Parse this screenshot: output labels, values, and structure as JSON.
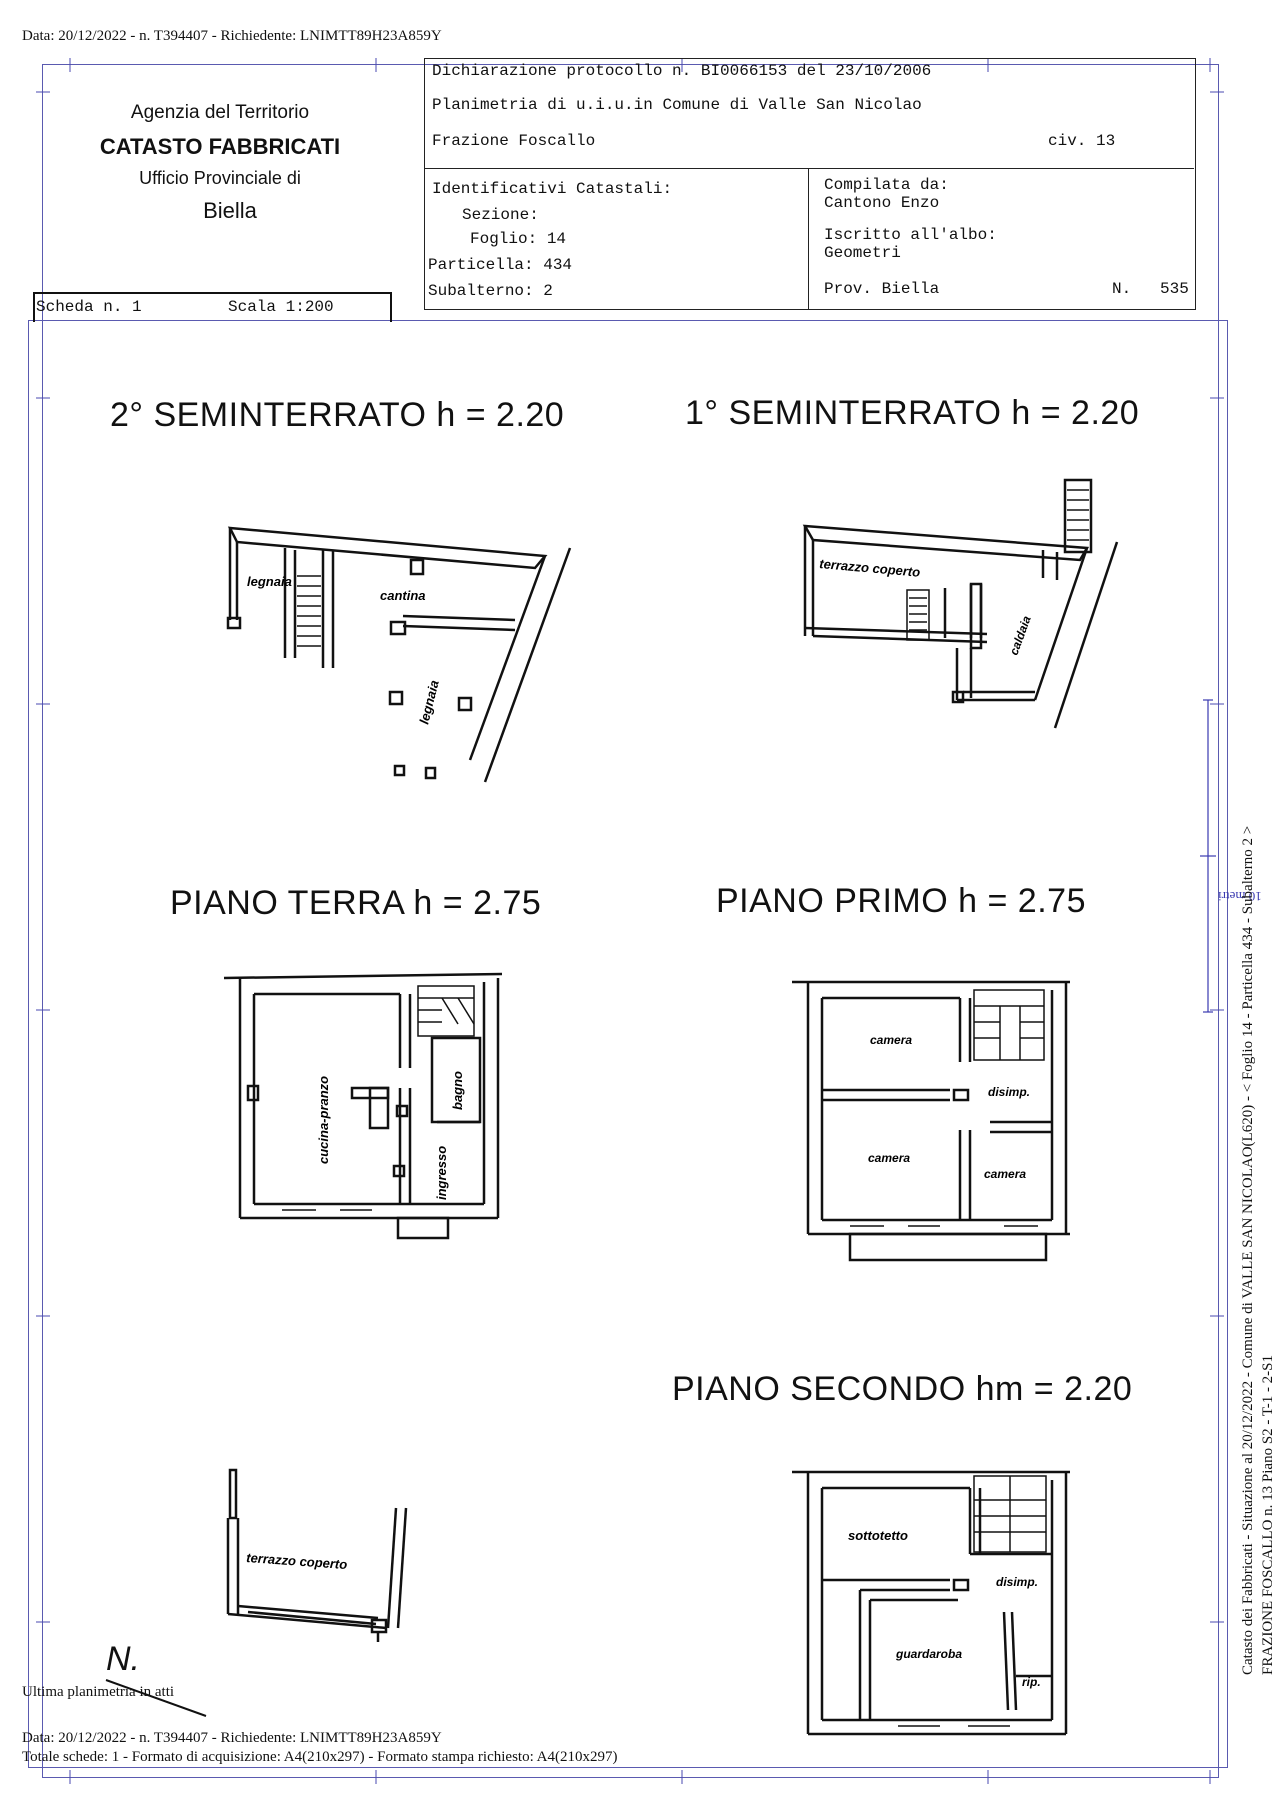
{
  "top_line": "Data: 20/12/2022 - n. T394407 - Richiedente: LNIMTT89H23A859Y",
  "header": {
    "agency": "Agenzia del Territorio",
    "catasto": "CATASTO FABBRICATI",
    "ufficio": "Ufficio Provinciale di",
    "city": "Biella",
    "scheda": "Scheda n. 1",
    "scala": "Scala 1:200",
    "dichiarazione": "Dichiarazione protocollo n. BI0066153 del 23/10/2006",
    "planimetria": "Planimetria di u.i.u.in Comune di Valle San Nicolao",
    "frazione": "Frazione Foscallo",
    "civ": "civ. 13",
    "identificativi": "Identificativi Catastali:",
    "sezione": "Sezione:",
    "foglio": "Foglio: 14",
    "particella": "Particella: 434",
    "subalterno": "Subalterno: 2",
    "compilata": "Compilata da:",
    "compilatore": "Cantono Enzo",
    "iscritto": "Iscritto all'albo:",
    "albo": "Geometri",
    "prov": "Prov. Biella",
    "numero_label": "N.",
    "numero": "535"
  },
  "plans": {
    "seminterrato2": {
      "title": "2° SEMINTERRATO  h = 2.20",
      "rooms": [
        "legnaia",
        "cantina",
        "legnaia"
      ]
    },
    "seminterrato1": {
      "title": "1° SEMINTERRATO  h = 2.20",
      "rooms": [
        "terrazzo coperto",
        "caldaia"
      ]
    },
    "terra": {
      "title": "PIANO TERRA  h = 2.75",
      "rooms": [
        "cucina-pranzo",
        "bagno",
        "ingresso"
      ]
    },
    "primo": {
      "title": "PIANO PRIMO  h = 2.75",
      "rooms": [
        "camera",
        "disimp.",
        "camera",
        "camera"
      ]
    },
    "secondo": {
      "title": "PIANO SECONDO  hm = 2.20",
      "rooms": [
        "sottotetto",
        "disimp.",
        "guardaroba",
        "rip."
      ]
    },
    "terrazzo": {
      "rooms": [
        "terrazzo coperto"
      ]
    }
  },
  "north": "N.",
  "scale_bar": "10 metri",
  "side_text_1": "Catasto dei Fabbricati - Situazione al 20/12/2022 - Comune di VALLE SAN NICOLAO(L620) - < Foglio 14 - Particella 434 - Subalterno 2 >",
  "side_text_2": "FRAZIONE FOSCALLO n. 13 Piano S2 - T-1 - 2-S1",
  "footer": {
    "ultima": "Ultima planimetria in atti",
    "data": "Data: 20/12/2022 - n. T394407 - Richiedente: LNIMTT89H23A859Y",
    "totale": "Totale schede: 1 - Formato di acquisizione: A4(210x297)  - Formato stampa richiesto: A4(210x297)"
  }
}
